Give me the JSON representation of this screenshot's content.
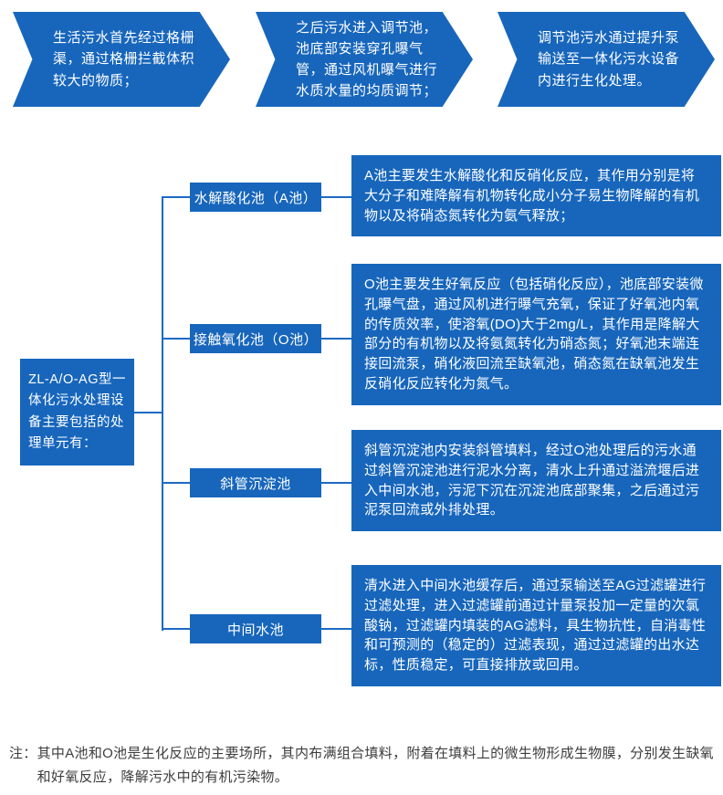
{
  "colors": {
    "primary_blue": "#1766BC",
    "connector_blue": "#1B6AC2",
    "note_text": "#3d3d3d",
    "background": "#ffffff"
  },
  "top_arrows": [
    {
      "text": "生活污水首先经过格栅渠，通过格栅拦截体积较大的物质；"
    },
    {
      "text": "之后污水进入调节池，池底部安装穿孔曝气管，通过风机曝气进行水质水量的均质调节；"
    },
    {
      "text": "调节池污水通过提升泵输送至一体化污水设备内进行生化处理。"
    }
  ],
  "tree": {
    "root": {
      "label": "ZL-A/O-AG型一体化污水处理设备主要包括的处理单元有："
    },
    "branches": [
      {
        "node": "水解酸化池（A池）",
        "description": "A池主要发生水解酸化和反硝化反应，其作用分别是将大分子和难降解有机物转化成小分子易生物降解的有机物以及将硝态氮转化为氨气释放；"
      },
      {
        "node": "接触氧化池（O池）",
        "description": "O池主要发生好氧反应（包括硝化反应），池底部安装微孔曝气盘，通过风机进行曝气充氧，保证了好氧池内氧的传质效率，使溶氧(DO)大于2mg/L，其作用是降解大部分的有机物以及将氨氮转化为硝态氮；好氧池末端连接回流泵，硝化液回流至缺氧池，硝态氮在缺氧池发生反硝化反应转化为氮气。"
      },
      {
        "node": "斜管沉淀池",
        "description": "斜管沉淀池内安装斜管填料，经过O池处理后的污水通过斜管沉淀池进行泥水分离，清水上升通过溢流堰后进入中间水池，污泥下沉在沉淀池底部聚集，之后通过污泥泵回流或外排处理。"
      },
      {
        "node": "中间水池",
        "description": "清水进入中间水池缓存后，通过泵输送至AG过滤罐进行过滤处理，进入过滤罐前通过计量泵投加一定量的次氯酸钠，过滤罐内填装的AG滤料，具生物抗性，自消毒性和可预测的（稳定的）过滤表现，通过过滤罐的出水达标，性质稳定，可直接排放或回用。"
      }
    ]
  },
  "note": {
    "prefix": "注：",
    "text": "其中A池和O池是生化反应的主要场所，其内布满组合填料，附着在填料上的微生物形成生物膜，分别发生缺氧和好氧反应，降解污水中的有机污染物。"
  }
}
